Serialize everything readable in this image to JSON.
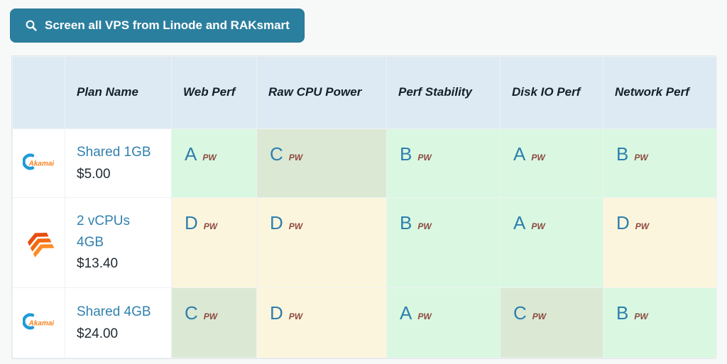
{
  "page": {
    "background": "#f7f8f8"
  },
  "screener_button": {
    "label": "Screen all VPS from Linode and RAKsmart",
    "background": "#2b7f9e",
    "text_color": "#ffffff",
    "icon": "search-icon"
  },
  "table": {
    "header_background": "#ddeaf3",
    "columns": [
      "",
      "Plan Name",
      "Web Perf",
      "Raw CPU Power",
      "Perf Stability",
      "Disk IO Perf",
      "Network Perf"
    ],
    "grade_colors": {
      "good": "#daf8e1",
      "mid": "#dbe9d4",
      "bad": "#fcf5dd"
    },
    "grade_text_color": "#2f7fad",
    "tag_text_color": "#8d4a41",
    "rows": [
      {
        "provider": "Akamai",
        "logo": "akamai-logo",
        "plan_name": "Shared 1GB",
        "price": "$5.00",
        "grades": [
          {
            "letter": "A",
            "tag": "PW",
            "tier": "good"
          },
          {
            "letter": "C",
            "tag": "PW",
            "tier": "mid"
          },
          {
            "letter": "B",
            "tag": "PW",
            "tier": "good"
          },
          {
            "letter": "A",
            "tag": "PW",
            "tier": "good"
          },
          {
            "letter": "B",
            "tag": "PW",
            "tier": "good"
          }
        ]
      },
      {
        "provider": "RAKsmart",
        "logo": "raksmart-logo",
        "plan_name": "2 vCPUs 4GB",
        "price": "$13.40",
        "grades": [
          {
            "letter": "D",
            "tag": "PW",
            "tier": "bad"
          },
          {
            "letter": "D",
            "tag": "PW",
            "tier": "bad"
          },
          {
            "letter": "B",
            "tag": "PW",
            "tier": "good"
          },
          {
            "letter": "A",
            "tag": "PW",
            "tier": "good"
          },
          {
            "letter": "D",
            "tag": "PW",
            "tier": "bad"
          }
        ]
      },
      {
        "provider": "Akamai",
        "logo": "akamai-logo",
        "plan_name": "Shared 4GB",
        "price": "$24.00",
        "grades": [
          {
            "letter": "C",
            "tag": "PW",
            "tier": "mid"
          },
          {
            "letter": "D",
            "tag": "PW",
            "tier": "bad"
          },
          {
            "letter": "A",
            "tag": "PW",
            "tier": "good"
          },
          {
            "letter": "C",
            "tag": "PW",
            "tier": "mid"
          },
          {
            "letter": "B",
            "tag": "PW",
            "tier": "good"
          }
        ]
      }
    ]
  }
}
